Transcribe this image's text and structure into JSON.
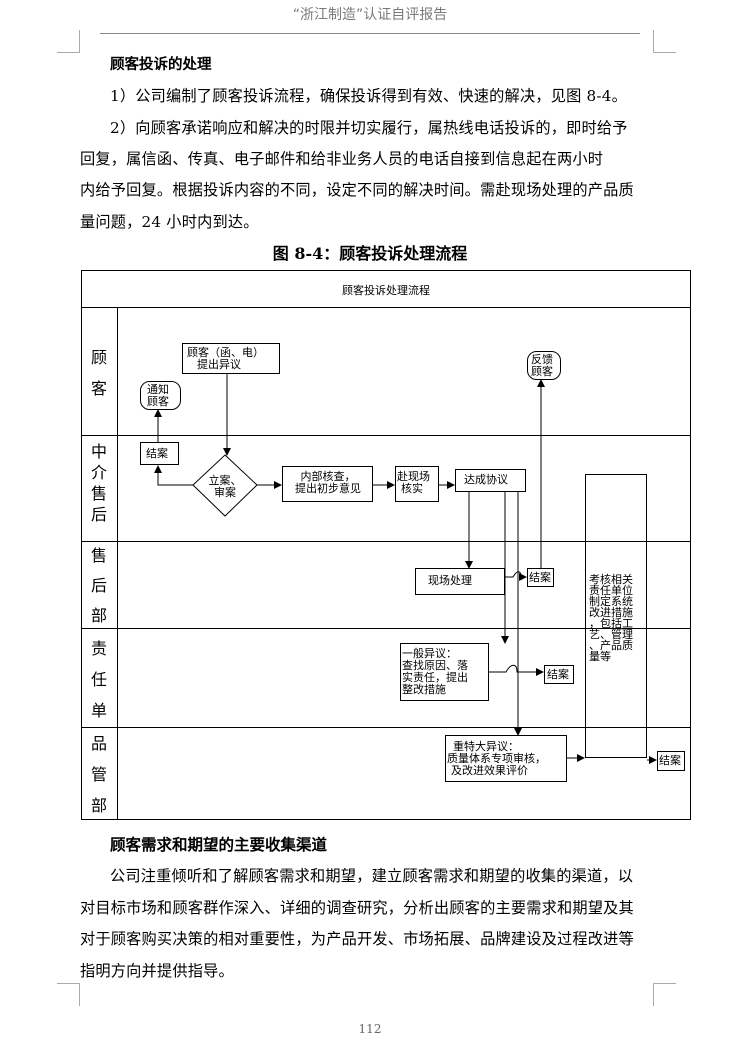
{
  "header": {
    "title": "“浙江制造”认证自评报告"
  },
  "section1": {
    "title": "顾客投诉的处理",
    "lines": [
      "1）公司编制了顾客投诉流程，确保投诉得到有效、快速的解决，见图 8-4。",
      "2）向顾客承诺响应和解决的时限并切实履行，属热线电话投诉的，即时给予",
      "回复，属信函、传真、电子邮件和给非业务人员的电话自接到信息起在两小时",
      "内给予回复。根据投诉内容的不同，设定不同的解决时间。需赴现场处理的产品质",
      "量问题，24 小时内到达。"
    ]
  },
  "figure": {
    "caption": "图 8-4：顾客投诉处理流程",
    "title": "顾客投诉处理流程",
    "lanes": [
      {
        "chars": [
          "顾",
          "客"
        ]
      },
      {
        "chars": [
          "中",
          "介",
          "售",
          "后"
        ]
      },
      {
        "chars": [
          "售",
          "后",
          "部"
        ]
      },
      {
        "chars": [
          "责",
          "任",
          "单"
        ]
      },
      {
        "chars": [
          "品",
          "管",
          "部"
        ]
      }
    ],
    "nodes": {
      "complaint": [
        "顾客（函、电）",
        "提出异议"
      ],
      "notify": [
        "通知",
        "顾客"
      ],
      "feedback": [
        "反馈",
        "顾客"
      ],
      "close_mid": "结案",
      "register": [
        "立案、",
        "审案"
      ],
      "internal_check": [
        "内部核查，",
        "提出初步意见"
      ],
      "site_check": [
        "赴现场",
        "核实"
      ],
      "agreement": "达成协议",
      "site_process": "现场处理",
      "close_after": "结案",
      "assess": [
        "考核相关",
        "责任单位",
        "制定系统",
        "改进措施",
        "，包括工",
        "艺、管理",
        "、产品质",
        "量等"
      ],
      "general": [
        "一般异议：",
        "查找原因、落",
        "实责任，提出",
        "整改措施"
      ],
      "close_resp": "结案",
      "major": [
        "重特大异议：",
        "质量体系专项审核，",
        "及改进效果评价"
      ],
      "close_qa": "结案"
    }
  },
  "section2": {
    "title": "顾客需求和期望的主要收集渠道",
    "lines": [
      "公司注重倾听和了解顾客需求和期望，建立顾客需求和期望的收集的渠道，以",
      "对目标市场和顾客群作深入、详细的调查研究，分析出顾客的主要需求和期望及其",
      "对于顾客购买决策的相对重要性，为产品开发、市场拓展、品牌建设及过程改进等",
      "指明方向并提供指导。"
    ]
  },
  "footer": {
    "page_number": "112"
  }
}
